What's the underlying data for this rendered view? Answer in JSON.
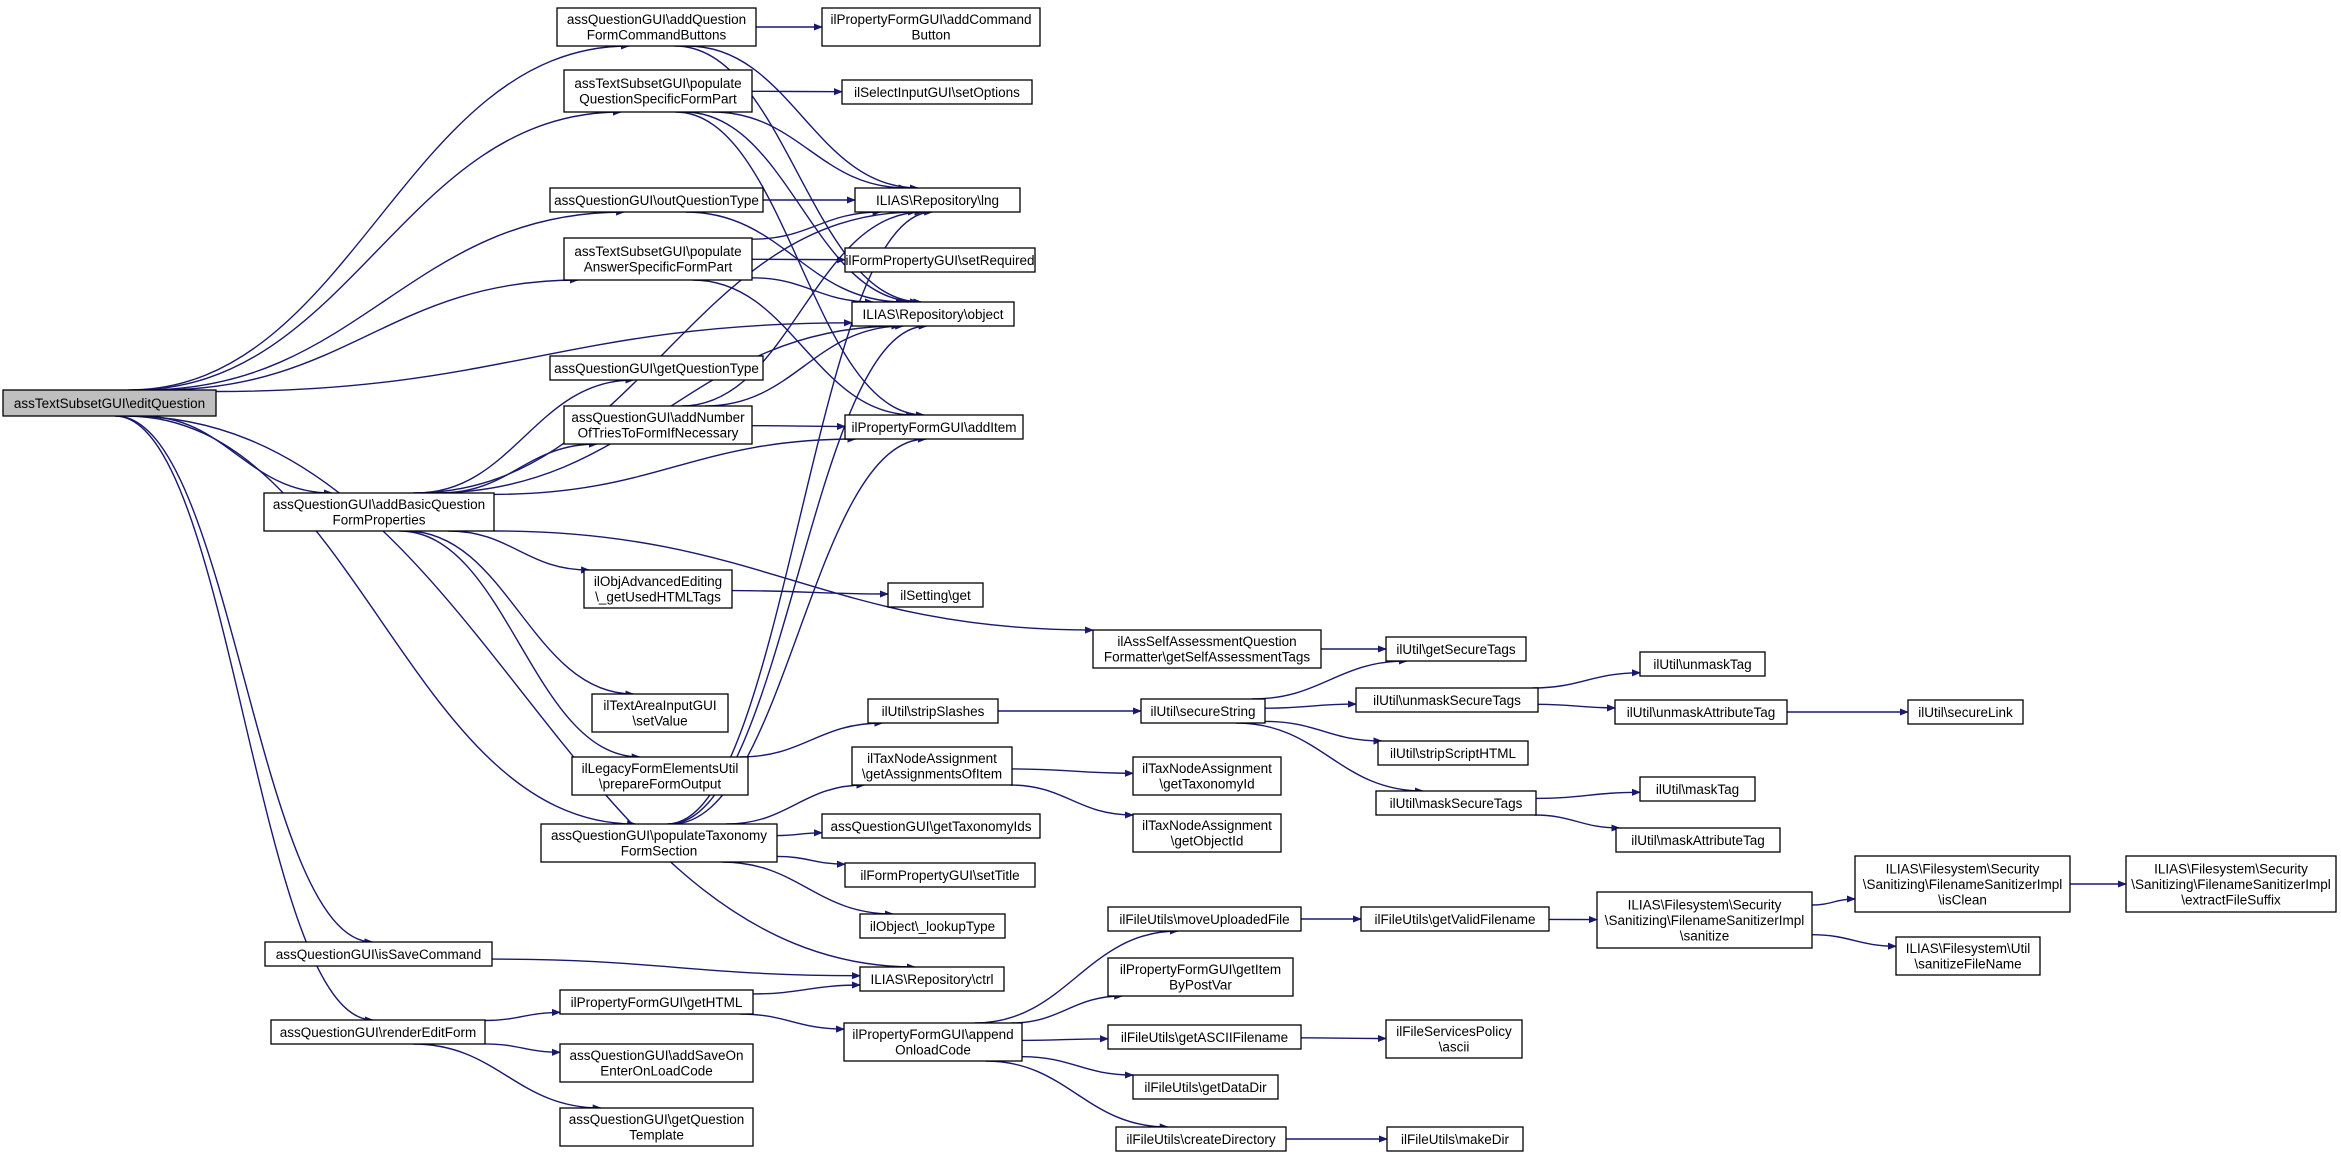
{
  "colors": {
    "edge": "#191970",
    "node_border": "#000000",
    "root_fill": "#bfbfbf",
    "node_fill": "#ffffff"
  },
  "nodes": [
    {
      "id": "root",
      "lines": [
        "assTextSubsetGUI\\editQuestion"
      ],
      "root": true
    },
    {
      "id": "n_addQFCB",
      "lines": [
        "assQuestionGUI\\addQuestion",
        "FormCommandButtons"
      ]
    },
    {
      "id": "n_addCmdBtn",
      "lines": [
        "ilPropertyFormGUI\\addCommand",
        "Button"
      ]
    },
    {
      "id": "n_popQSFP",
      "lines": [
        "assTextSubsetGUI\\populate",
        "QuestionSpecificFormPart"
      ]
    },
    {
      "id": "n_setOptions",
      "lines": [
        "ilSelectInputGUI\\setOptions"
      ]
    },
    {
      "id": "n_outQT",
      "lines": [
        "assQuestionGUI\\outQuestionType"
      ]
    },
    {
      "id": "n_lng",
      "lines": [
        "ILIAS\\Repository\\lng"
      ]
    },
    {
      "id": "n_popASFP",
      "lines": [
        "assTextSubsetGUI\\populate",
        "AnswerSpecificFormPart"
      ]
    },
    {
      "id": "n_setRequired",
      "lines": [
        "ilFormPropertyGUI\\setRequired"
      ]
    },
    {
      "id": "n_object",
      "lines": [
        "ILIAS\\Repository\\object"
      ]
    },
    {
      "id": "n_getQT",
      "lines": [
        "assQuestionGUI\\getQuestionType"
      ]
    },
    {
      "id": "n_addNoT",
      "lines": [
        "assQuestionGUI\\addNumber",
        "OfTriesToFormIfNecessary"
      ]
    },
    {
      "id": "n_addItem",
      "lines": [
        "ilPropertyFormGUI\\addItem"
      ]
    },
    {
      "id": "n_addBQFP",
      "lines": [
        "assQuestionGUI\\addBasicQuestion",
        "FormProperties"
      ]
    },
    {
      "id": "n_getUsedHTML",
      "lines": [
        "ilObjAdvancedEditing",
        "\\_getUsedHTMLTags"
      ]
    },
    {
      "id": "n_settingGet",
      "lines": [
        "ilSetting\\get"
      ]
    },
    {
      "id": "n_selfAssess",
      "lines": [
        "ilAssSelfAssessmentQuestion",
        "Formatter\\getSelfAssessmentTags"
      ]
    },
    {
      "id": "n_getSecureTags",
      "lines": [
        "ilUtil\\getSecureTags"
      ]
    },
    {
      "id": "n_unmaskTag",
      "lines": [
        "ilUtil\\unmaskTag"
      ]
    },
    {
      "id": "n_setValue",
      "lines": [
        "ilTextAreaInputGUI",
        "\\setValue"
      ]
    },
    {
      "id": "n_stripSlashes",
      "lines": [
        "ilUtil\\stripSlashes"
      ]
    },
    {
      "id": "n_secureString",
      "lines": [
        "ilUtil\\secureString"
      ]
    },
    {
      "id": "n_unmaskSecureTags",
      "lines": [
        "ilUtil\\unmaskSecureTags"
      ]
    },
    {
      "id": "n_unmaskAttrTag",
      "lines": [
        "ilUtil\\unmaskAttributeTag"
      ]
    },
    {
      "id": "n_secureLink",
      "lines": [
        "ilUtil\\secureLink"
      ]
    },
    {
      "id": "n_stripScript",
      "lines": [
        "ilUtil\\stripScriptHTML"
      ]
    },
    {
      "id": "n_prepFormOut",
      "lines": [
        "ilLegacyFormElementsUtil",
        "\\prepareFormOutput"
      ]
    },
    {
      "id": "n_getAssign",
      "lines": [
        "ilTaxNodeAssignment",
        "\\getAssignmentsOfItem"
      ]
    },
    {
      "id": "n_getTaxId",
      "lines": [
        "ilTaxNodeAssignment",
        "\\getTaxonomyId"
      ]
    },
    {
      "id": "n_maskSecureTags",
      "lines": [
        "ilUtil\\maskSecureTags"
      ]
    },
    {
      "id": "n_maskTag",
      "lines": [
        "ilUtil\\maskTag"
      ]
    },
    {
      "id": "n_getObjId",
      "lines": [
        "ilTaxNodeAssignment",
        "\\getObjectId"
      ]
    },
    {
      "id": "n_getTaxIds",
      "lines": [
        "assQuestionGUI\\getTaxonomyIds"
      ]
    },
    {
      "id": "n_popTaxFS",
      "lines": [
        "assQuestionGUI\\populateTaxonomy",
        "FormSection"
      ]
    },
    {
      "id": "n_maskAttrTag",
      "lines": [
        "ilUtil\\maskAttributeTag"
      ]
    },
    {
      "id": "n_setTitle",
      "lines": [
        "ilFormPropertyGUI\\setTitle"
      ]
    },
    {
      "id": "n_isClean",
      "lines": [
        "ILIAS\\Filesystem\\Security",
        "\\Sanitizing\\FilenameSanitizerImpl",
        "\\isClean"
      ]
    },
    {
      "id": "n_extSuffix",
      "lines": [
        "ILIAS\\Filesystem\\Security",
        "\\Sanitizing\\FilenameSanitizerImpl",
        "\\extractFileSuffix"
      ]
    },
    {
      "id": "n_lookupType",
      "lines": [
        "ilObject\\_lookupType"
      ]
    },
    {
      "id": "n_moveUploaded",
      "lines": [
        "ilFileUtils\\moveUploadedFile"
      ]
    },
    {
      "id": "n_getValidFn",
      "lines": [
        "ilFileUtils\\getValidFilename"
      ]
    },
    {
      "id": "n_sanitize",
      "lines": [
        "ILIAS\\Filesystem\\Security",
        "\\Sanitizing\\FilenameSanitizerImpl",
        "\\sanitize"
      ]
    },
    {
      "id": "n_isSaveCmd",
      "lines": [
        "assQuestionGUI\\isSaveCommand"
      ]
    },
    {
      "id": "n_sanitizeFn",
      "lines": [
        "ILIAS\\Filesystem\\Util",
        "\\sanitizeFileName"
      ]
    },
    {
      "id": "n_ctrl",
      "lines": [
        "ILIAS\\Repository\\ctrl"
      ]
    },
    {
      "id": "n_getItemByPV",
      "lines": [
        "ilPropertyFormGUI\\getItem",
        "ByPostVar"
      ]
    },
    {
      "id": "n_getHTML",
      "lines": [
        "ilPropertyFormGUI\\getHTML"
      ]
    },
    {
      "id": "n_renderEF",
      "lines": [
        "assQuestionGUI\\renderEditForm"
      ]
    },
    {
      "id": "n_appendOLC",
      "lines": [
        "ilPropertyFormGUI\\append",
        "OnloadCode"
      ]
    },
    {
      "id": "n_getASCII",
      "lines": [
        "ilFileUtils\\getASCIIFilename"
      ]
    },
    {
      "id": "n_ascii",
      "lines": [
        "ilFileServicesPolicy",
        "\\ascii"
      ]
    },
    {
      "id": "n_addSaveOnEnter",
      "lines": [
        "assQuestionGUI\\addSaveOn",
        "EnterOnLoadCode"
      ]
    },
    {
      "id": "n_getDataDir",
      "lines": [
        "ilFileUtils\\getDataDir"
      ]
    },
    {
      "id": "n_getQTemplate",
      "lines": [
        "assQuestionGUI\\getQuestion",
        "Template"
      ]
    },
    {
      "id": "n_createDir",
      "lines": [
        "ilFileUtils\\createDirectory"
      ]
    },
    {
      "id": "n_makeDir",
      "lines": [
        "ilFileUtils\\makeDir"
      ]
    }
  ],
  "edges": [
    [
      "root",
      "n_addQFCB"
    ],
    [
      "root",
      "n_popQSFP"
    ],
    [
      "root",
      "n_outQT"
    ],
    [
      "root",
      "n_popASFP"
    ],
    [
      "root",
      "n_object"
    ],
    [
      "root",
      "n_addBQFP"
    ],
    [
      "root",
      "n_popTaxFS"
    ],
    [
      "root",
      "n_isSaveCmd"
    ],
    [
      "root",
      "n_renderEF"
    ],
    [
      "root",
      "n_ctrl"
    ],
    [
      "n_addQFCB",
      "n_addCmdBtn"
    ],
    [
      "n_addQFCB",
      "n_lng"
    ],
    [
      "n_addQFCB",
      "n_object"
    ],
    [
      "n_popQSFP",
      "n_setOptions"
    ],
    [
      "n_popQSFP",
      "n_lng"
    ],
    [
      "n_popQSFP",
      "n_object"
    ],
    [
      "n_popQSFP",
      "n_addItem"
    ],
    [
      "n_outQT",
      "n_lng"
    ],
    [
      "n_outQT",
      "n_object"
    ],
    [
      "n_popASFP",
      "n_setRequired"
    ],
    [
      "n_popASFP",
      "n_lng"
    ],
    [
      "n_popASFP",
      "n_object"
    ],
    [
      "n_popASFP",
      "n_addItem"
    ],
    [
      "n_addBQFP",
      "n_getQT"
    ],
    [
      "n_addBQFP",
      "n_addNoT"
    ],
    [
      "n_addBQFP",
      "n_lng"
    ],
    [
      "n_addBQFP",
      "n_object"
    ],
    [
      "n_addBQFP",
      "n_addItem"
    ],
    [
      "n_addBQFP",
      "n_getUsedHTML"
    ],
    [
      "n_addBQFP",
      "n_selfAssess"
    ],
    [
      "n_addBQFP",
      "n_setValue"
    ],
    [
      "n_addBQFP",
      "n_prepFormOut"
    ],
    [
      "n_addNoT",
      "n_lng"
    ],
    [
      "n_addNoT",
      "n_object"
    ],
    [
      "n_addNoT",
      "n_addItem"
    ],
    [
      "n_getUsedHTML",
      "n_settingGet"
    ],
    [
      "n_selfAssess",
      "n_getSecureTags"
    ],
    [
      "n_prepFormOut",
      "n_stripSlashes"
    ],
    [
      "n_stripSlashes",
      "n_secureString"
    ],
    [
      "n_secureString",
      "n_getSecureTags"
    ],
    [
      "n_secureString",
      "n_unmaskSecureTags"
    ],
    [
      "n_secureString",
      "n_stripScript"
    ],
    [
      "n_secureString",
      "n_maskSecureTags"
    ],
    [
      "n_unmaskSecureTags",
      "n_unmaskTag"
    ],
    [
      "n_unmaskSecureTags",
      "n_unmaskAttrTag"
    ],
    [
      "n_unmaskAttrTag",
      "n_secureLink"
    ],
    [
      "n_maskSecureTags",
      "n_maskTag"
    ],
    [
      "n_maskSecureTags",
      "n_maskAttrTag"
    ],
    [
      "n_popTaxFS",
      "n_getAssign"
    ],
    [
      "n_popTaxFS",
      "n_getTaxIds"
    ],
    [
      "n_popTaxFS",
      "n_setTitle"
    ],
    [
      "n_popTaxFS",
      "n_lookupType"
    ],
    [
      "n_popTaxFS",
      "n_lng"
    ],
    [
      "n_popTaxFS",
      "n_object"
    ],
    [
      "n_popTaxFS",
      "n_addItem"
    ],
    [
      "n_getAssign",
      "n_getTaxId"
    ],
    [
      "n_getAssign",
      "n_getObjId"
    ],
    [
      "n_isSaveCmd",
      "n_ctrl"
    ],
    [
      "n_renderEF",
      "n_getHTML"
    ],
    [
      "n_renderEF",
      "n_addSaveOnEnter"
    ],
    [
      "n_renderEF",
      "n_getQTemplate"
    ],
    [
      "n_getHTML",
      "n_ctrl"
    ],
    [
      "n_getHTML",
      "n_appendOLC"
    ],
    [
      "n_appendOLC",
      "n_moveUploaded"
    ],
    [
      "n_appendOLC",
      "n_getItemByPV"
    ],
    [
      "n_appendOLC",
      "n_getASCII"
    ],
    [
      "n_appendOLC",
      "n_getDataDir"
    ],
    [
      "n_appendOLC",
      "n_createDir"
    ],
    [
      "n_moveUploaded",
      "n_getValidFn"
    ],
    [
      "n_getValidFn",
      "n_sanitize"
    ],
    [
      "n_sanitize",
      "n_isClean"
    ],
    [
      "n_sanitize",
      "n_sanitizeFn"
    ],
    [
      "n_isClean",
      "n_extSuffix"
    ],
    [
      "n_getASCII",
      "n_ascii"
    ],
    [
      "n_createDir",
      "n_makeDir"
    ]
  ]
}
